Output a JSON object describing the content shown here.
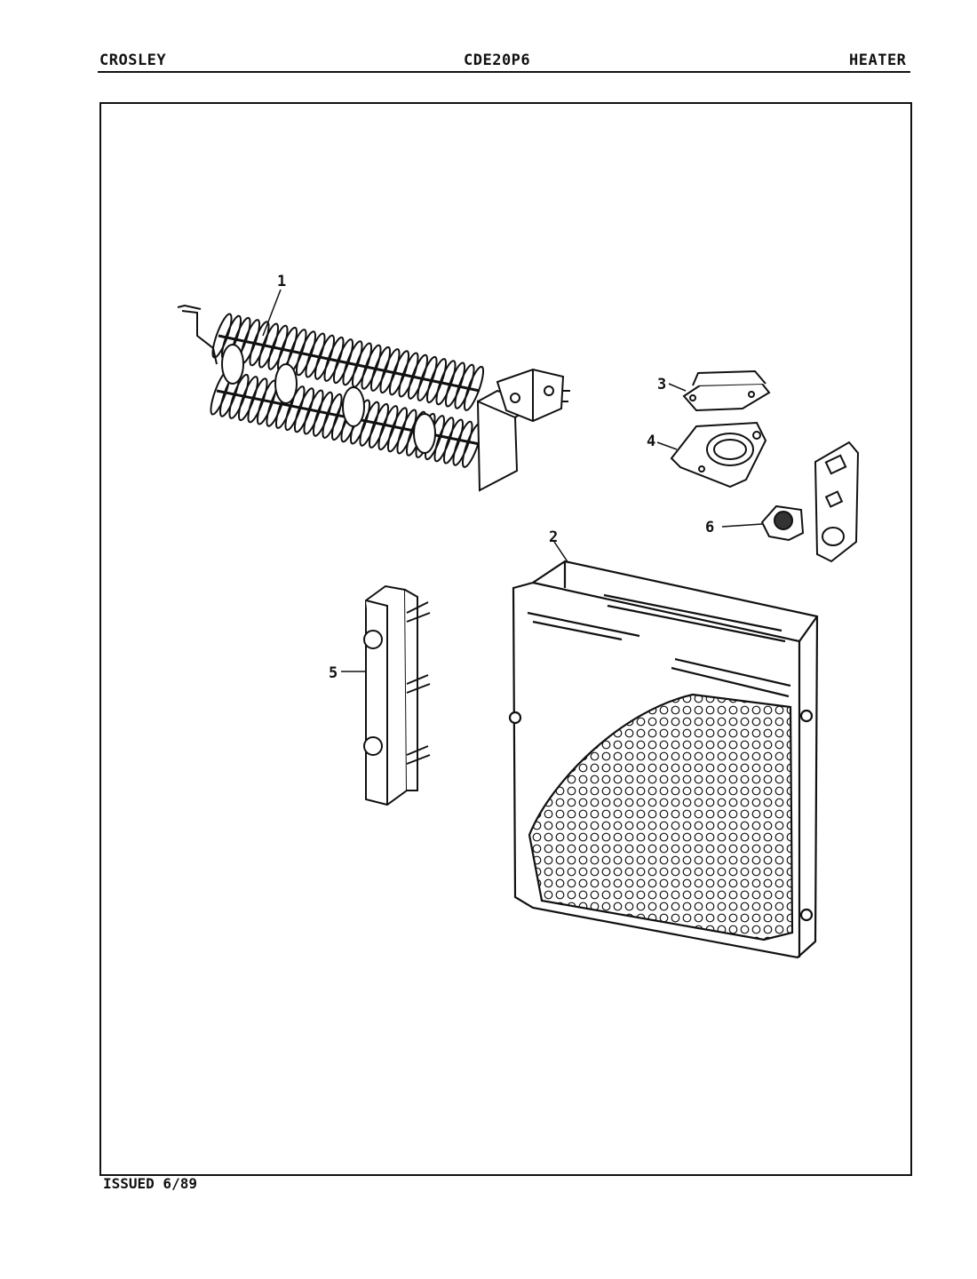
{
  "header": {
    "brand": "CROSLEY",
    "model": "CDE20P6",
    "section": "HEATER"
  },
  "footer": {
    "issued": "ISSUED 6/89"
  },
  "callouts": {
    "c1": "1",
    "c2": "2",
    "c3": "3",
    "c4": "4",
    "c5": "5",
    "c6": "6"
  }
}
